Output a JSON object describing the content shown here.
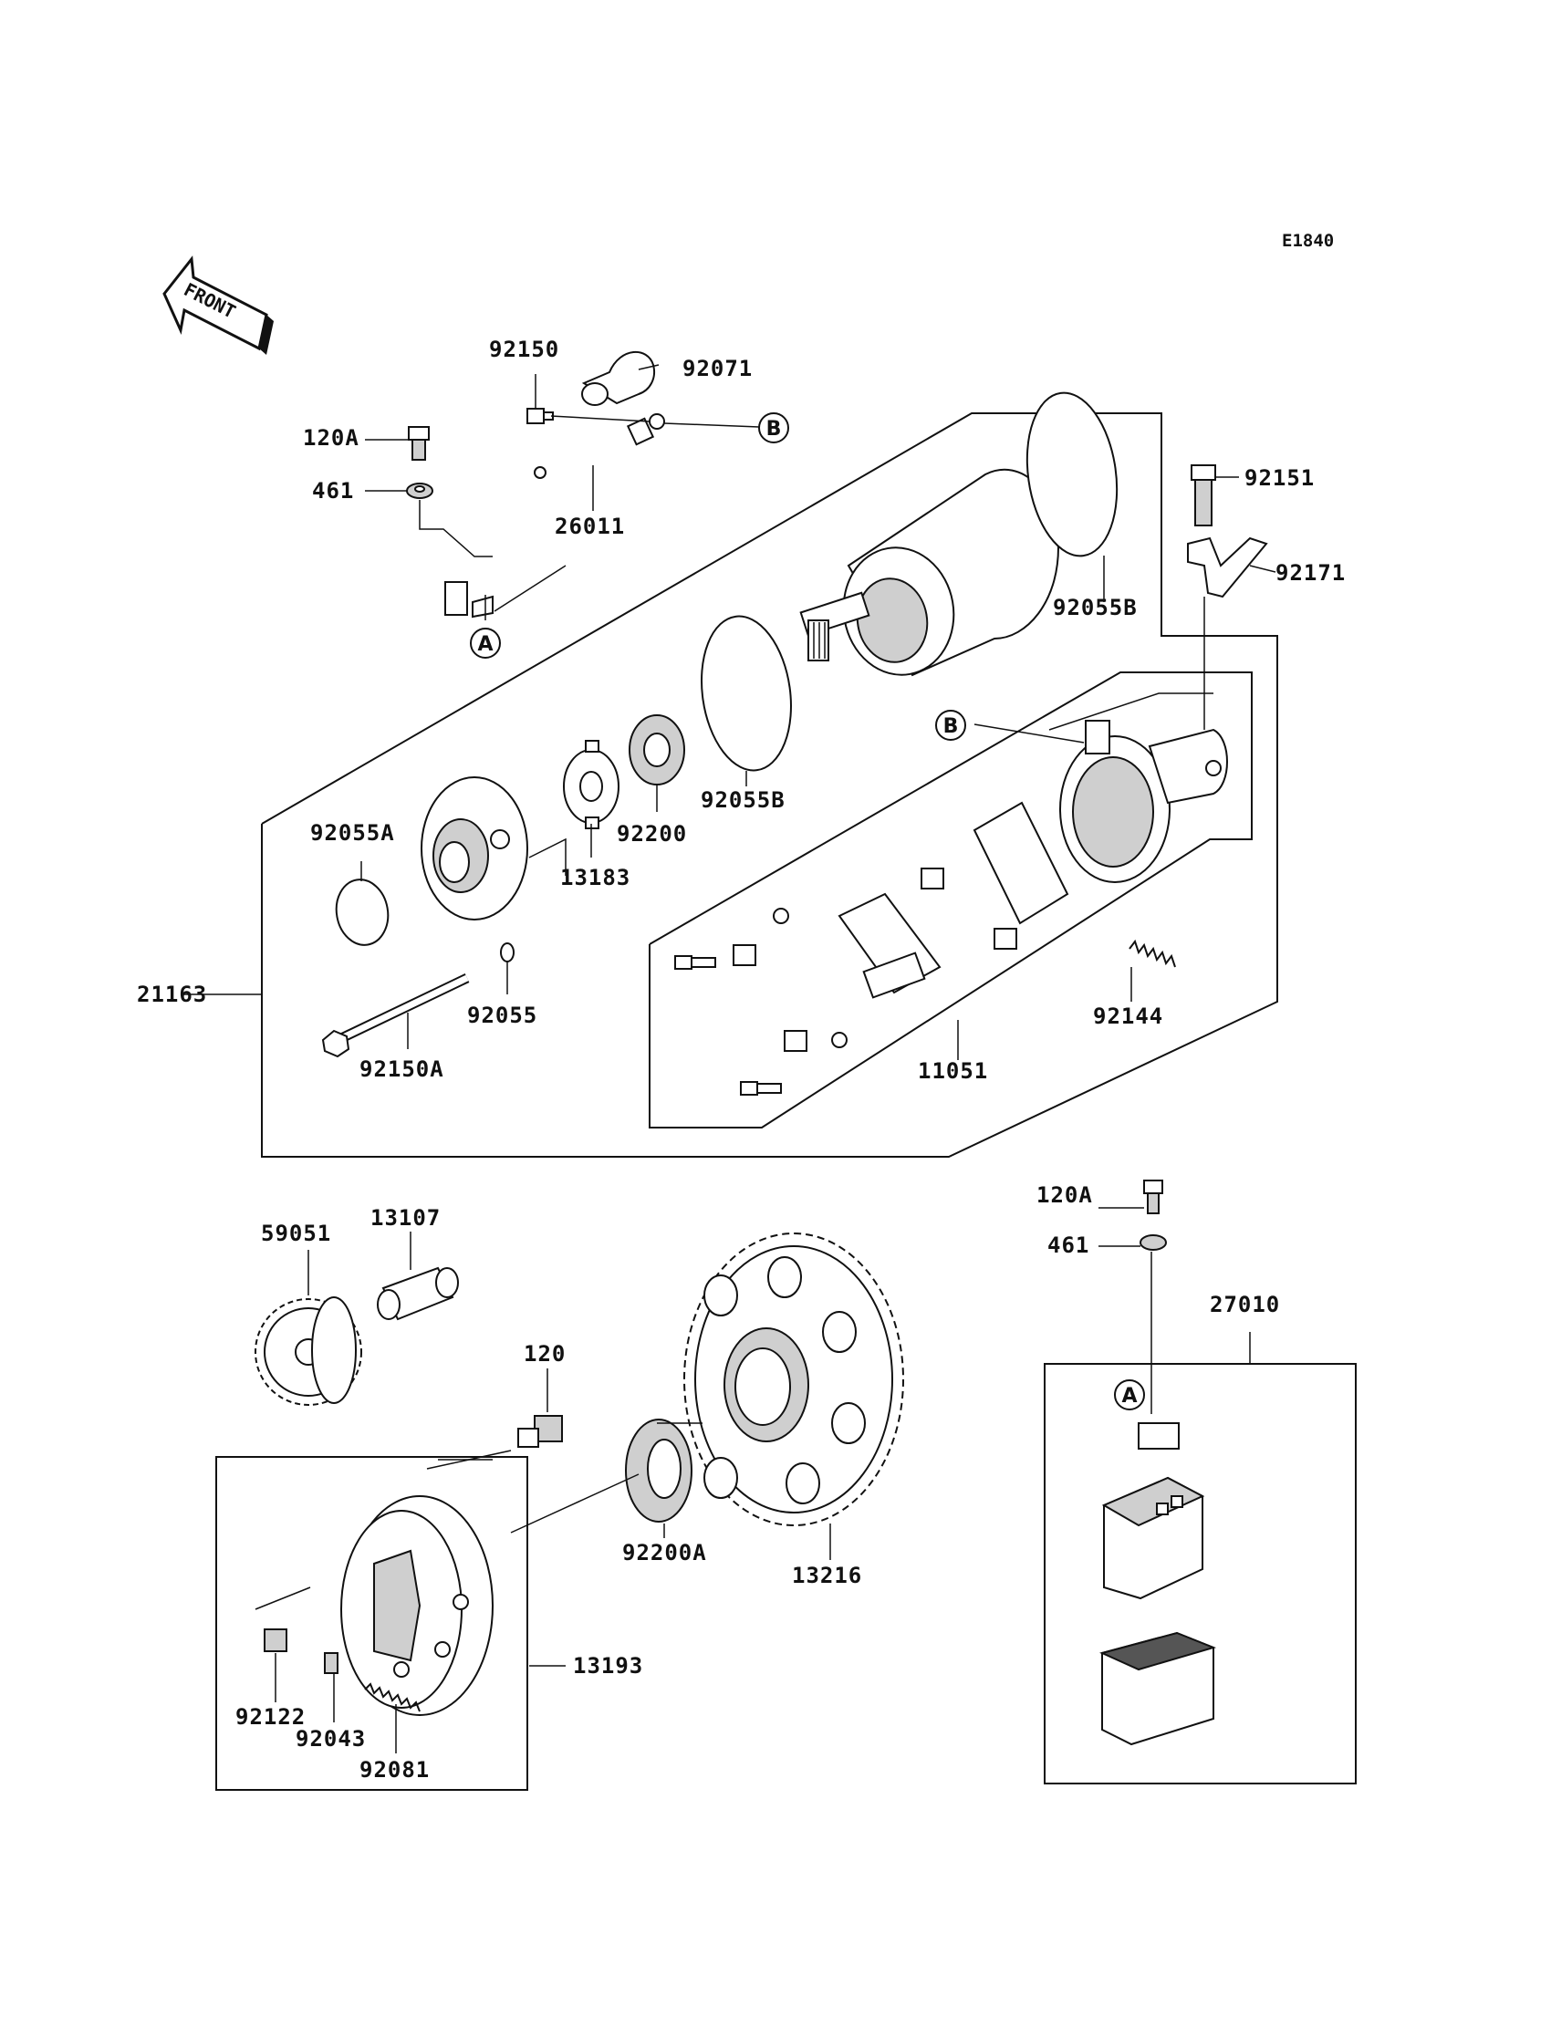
{
  "diagram_code": "E1840",
  "front_label": "FRONT",
  "ref_markers": {
    "a": "A",
    "b": "B"
  },
  "parts": {
    "p92150": "92150",
    "p92071": "92071",
    "p120A_top": "120A",
    "p461_top": "461",
    "p26011": "26011",
    "p92151": "92151",
    "p92171": "92171",
    "p92055B_1": "92055B",
    "p92055B_2": "92055B",
    "p92200": "92200",
    "p13183": "13183",
    "p92055A": "92055A",
    "p21163": "21163",
    "p92055": "92055",
    "p92150A": "92150A",
    "p11051": "11051",
    "p92144": "92144",
    "p120A_bottom": "120A",
    "p461_bottom": "461",
    "p27010": "27010",
    "p59051": "59051",
    "p13107": "13107",
    "p120": "120",
    "p92200A": "92200A",
    "p13216": "13216",
    "p13193": "13193",
    "p92122": "92122",
    "p92043": "92043",
    "p92081": "92081"
  }
}
